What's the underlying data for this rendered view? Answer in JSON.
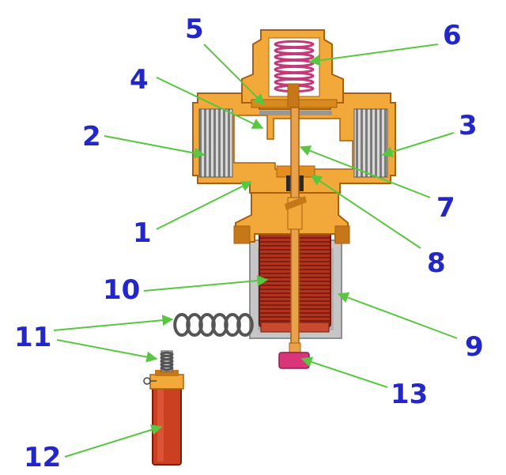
{
  "labels": {
    "l1": "1",
    "l2": "2",
    "l3": "3",
    "l4": "4",
    "l5": "5",
    "l6": "6",
    "l7": "7",
    "l8": "8",
    "l9": "9",
    "l10": "10",
    "l11": "11",
    "l12": "12",
    "l13": "13"
  },
  "colors": {
    "brass": "#f2a93a",
    "brass_dark": "#c67818",
    "brass_edge": "#a75f10",
    "coil": "#b3321d",
    "coil_dark": "#6e1b0e",
    "steel": "#c6c6c6",
    "steel_dark": "#8f8f8f",
    "cavity": "#ffffff",
    "thread": "#7c7c7c",
    "spring": "#c23a78",
    "button": "#d9357a",
    "leader": "#58c640",
    "label": "#2326c8"
  }
}
